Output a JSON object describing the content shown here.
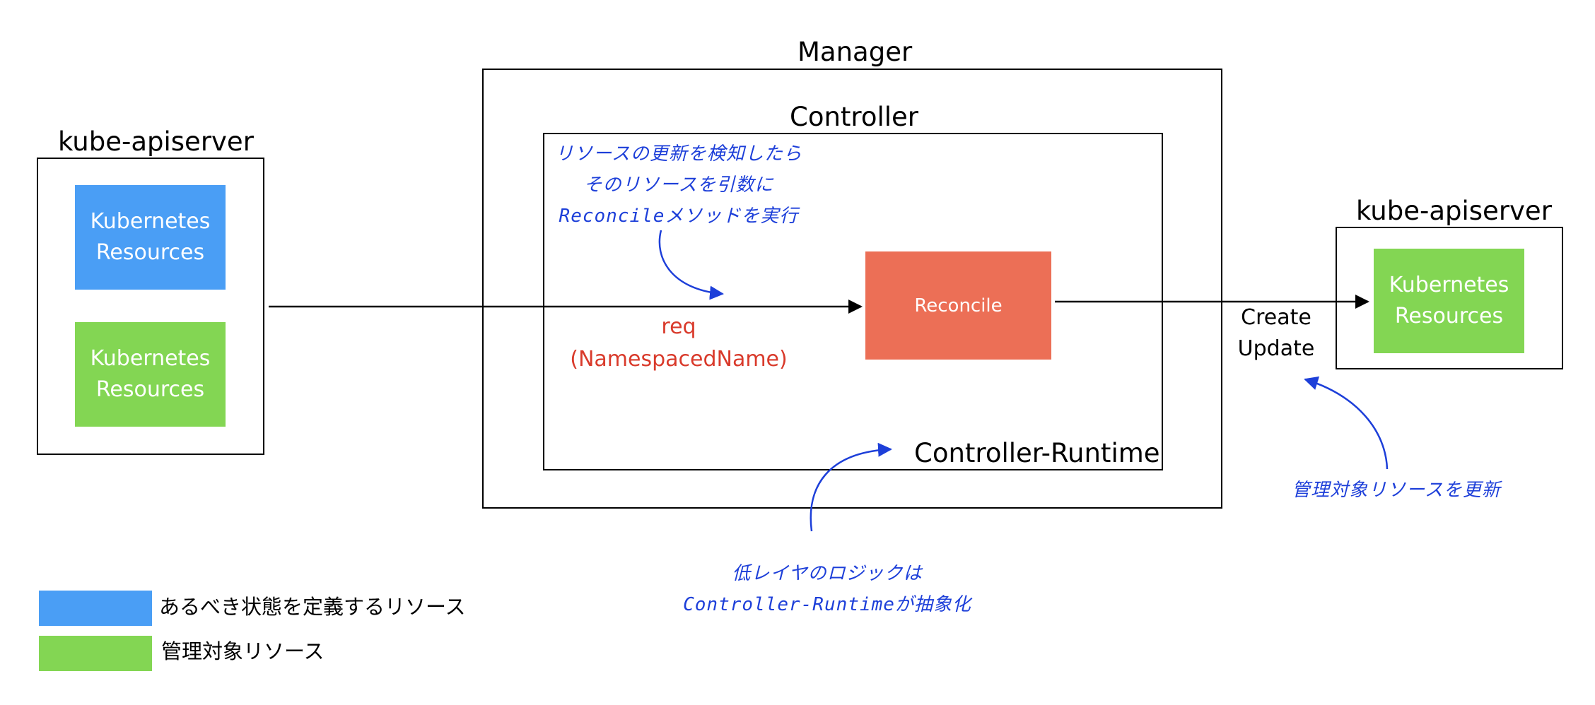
{
  "left_apiserver": {
    "title": "kube-apiserver",
    "resource_blue": [
      "Kubernetes",
      "Resources"
    ],
    "resource_green": [
      "Kubernetes",
      "Resources"
    ]
  },
  "manager": {
    "title": "Manager",
    "controller_title": "Controller",
    "runtime_label": "Controller-Runtime",
    "reconcile_label": "Reconcile"
  },
  "request_label": [
    "req",
    "(NamespacedName)"
  ],
  "right_apiserver": {
    "title": "kube-apiserver",
    "resource_green": [
      "Kubernetes",
      "Resources"
    ]
  },
  "operation_label": [
    "Create",
    "Update"
  ],
  "annotations": {
    "reconcile_note": [
      "リソースの更新を検知したら",
      "そのリソースを引数に",
      "Reconcileメソッドを実行"
    ],
    "runtime_note": [
      "低レイヤのロジックは",
      "Controller-Runtimeが抽象化"
    ],
    "update_note": "管理対象リソースを更新"
  },
  "legend": [
    {
      "color": "#4a9ef5",
      "label": "あるべき状態を定義するリソース"
    },
    {
      "color": "#83d653",
      "label": "管理対象リソース"
    }
  ],
  "colors": {
    "desired_state": "#4a9ef5",
    "managed": "#83d653",
    "reconcile": "#ec6f56",
    "request_text": "#d93a2b",
    "handwriting": "#1d3fd9"
  }
}
